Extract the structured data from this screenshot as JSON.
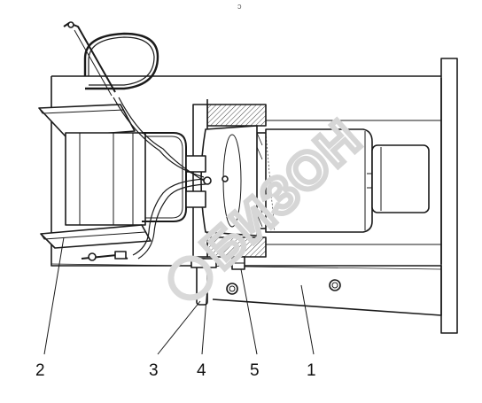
{
  "stray_mark": "ͻ",
  "callouts": [
    {
      "label": "2"
    },
    {
      "label": "3"
    },
    {
      "label": "4"
    },
    {
      "label": "5"
    },
    {
      "label": "1"
    }
  ],
  "watermark": {
    "text": "БИЗОН",
    "color": "#d9d9d9"
  },
  "colors": {
    "line": "#1a1a1a",
    "hatch": "#444444",
    "background": "#ffffff"
  }
}
